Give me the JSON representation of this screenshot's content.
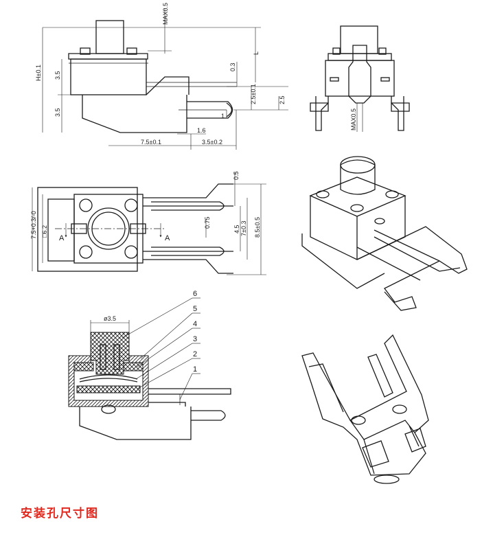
{
  "caption": "安装孔尺寸图",
  "colors": {
    "caption": "#e0291f",
    "line": "#1a1a1a"
  },
  "side_view": {
    "dims": {
      "max05_top": "MAX0.5",
      "h01": "H±0.1",
      "d35_upper": "3.5",
      "d35_lower": "3.5",
      "l": "L",
      "d03": "0.3",
      "d25": "2.5±0.1",
      "d25b": "2.5",
      "d1": "1",
      "d16": "1.6",
      "d75": "7.5±0.1",
      "d35b": "3.5±0.2"
    }
  },
  "front_view": {
    "dims": {
      "max05": "MAX0.5"
    }
  },
  "top_view": {
    "dims": {
      "d05": "0.5",
      "d62": "□6.2",
      "d75": "7.5+0.3/-0",
      "d075": "0.75",
      "d45": "4.5",
      "d7": "7±0.3",
      "d85": "8.5±0.5",
      "section_a_left": "A",
      "section_a_right": "A"
    }
  },
  "section_view": {
    "dia": "ø3.5",
    "callouts": [
      "6",
      "5",
      "4",
      "3",
      "2",
      "1"
    ]
  }
}
